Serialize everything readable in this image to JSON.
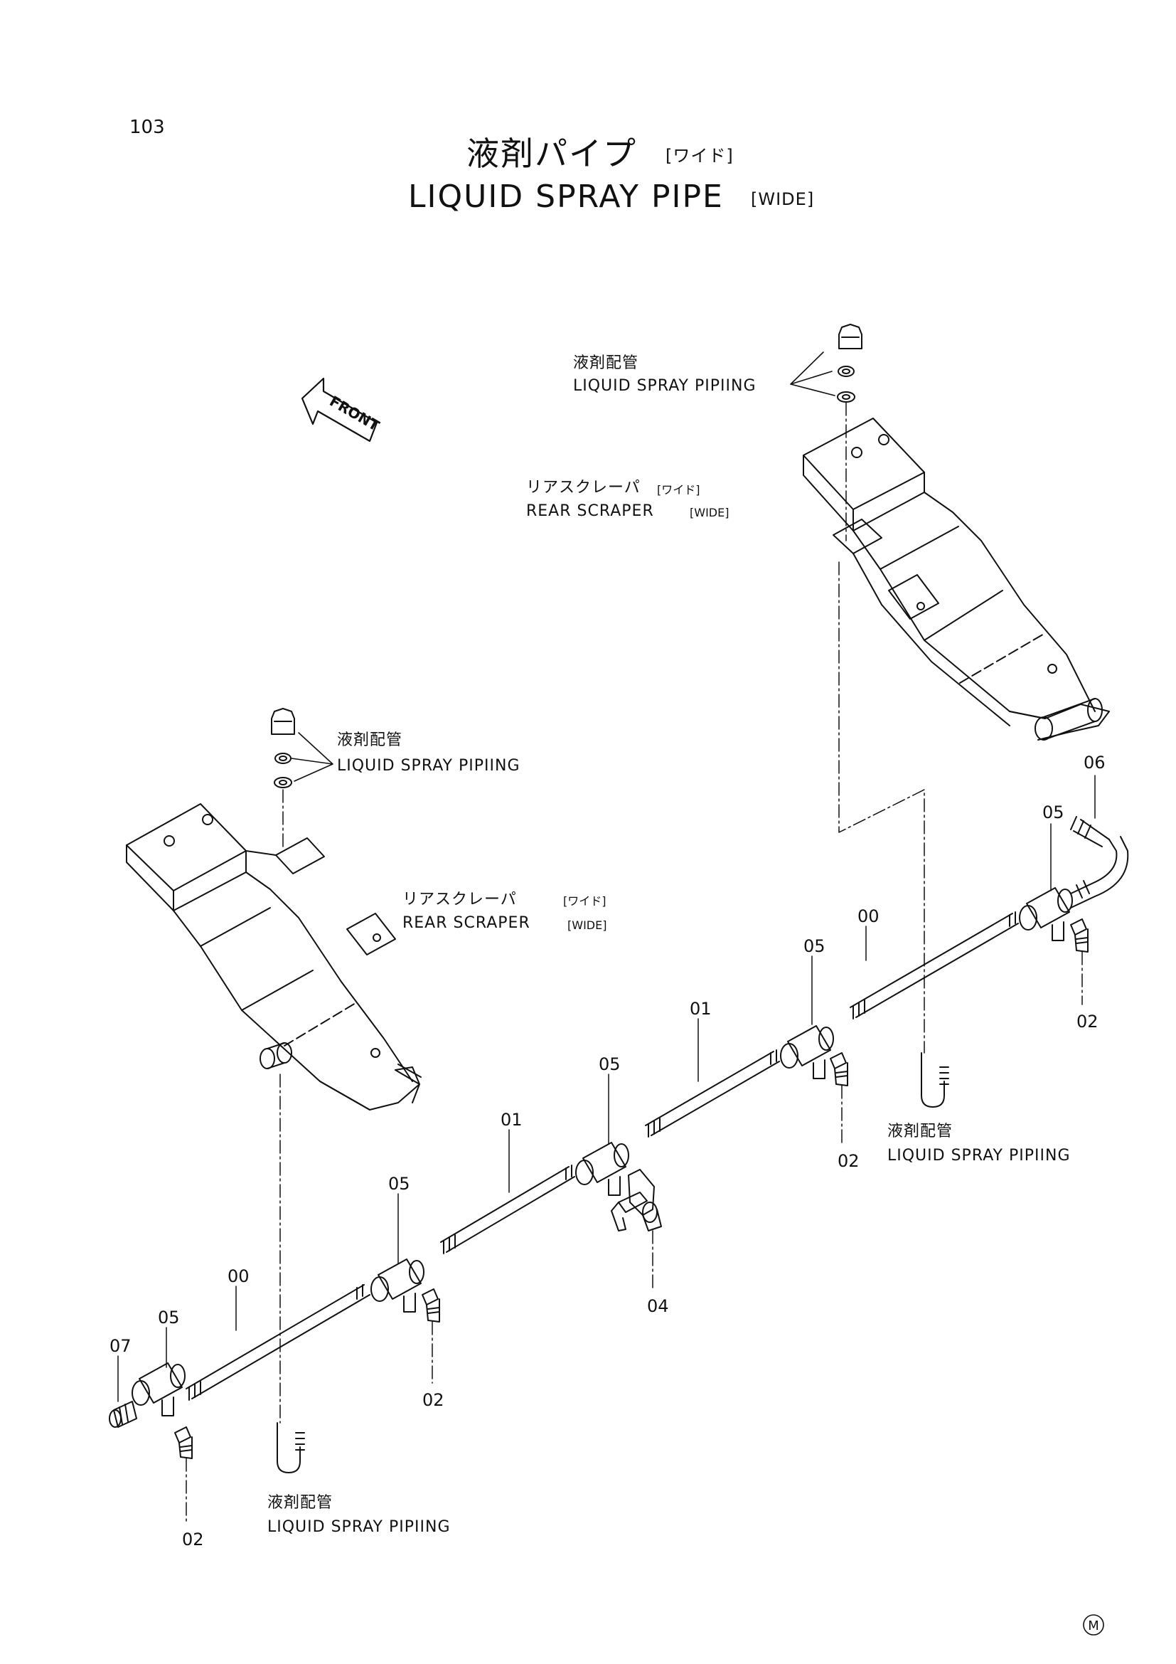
{
  "page_number": "103",
  "title": {
    "jp": "液剤パイプ",
    "jp_bracket": "[ワイド]",
    "en": "LIQUID SPRAY PIPE",
    "en_bracket": "[WIDE]"
  },
  "front_marker": "FRONT",
  "labels": {
    "piping_jp": "液剤配管",
    "piping_en": "LIQUID SPRAY PIPIING",
    "scraper_jp": "リアスクレーパ",
    "scraper_jp_bracket": "[ワイド]",
    "scraper_en": "REAR SCRAPER",
    "scraper_en_bracket": "[WIDE]"
  },
  "part_numbers": {
    "p00": "00",
    "p01": "01",
    "p02": "02",
    "p04": "04",
    "p05": "05",
    "p06": "06",
    "p07": "07"
  },
  "footer_mark": "M"
}
